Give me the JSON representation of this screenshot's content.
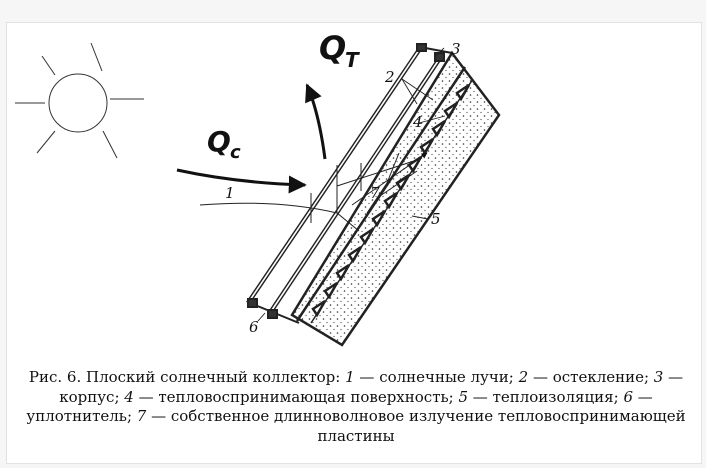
{
  "diagram": {
    "flux_labels": {
      "convective": "Q",
      "convective_sub": "T",
      "solar": "Q",
      "solar_sub": "c"
    },
    "callouts": [
      "1",
      "2",
      "3",
      "4",
      "5",
      "6",
      "7"
    ]
  },
  "caption": {
    "prefix": "Рис. 6. Плоский солнечный коллектор:",
    "items": [
      {
        "num": "1",
        "text": " — солнечные лучи; "
      },
      {
        "num": "2",
        "text": " — остекление; "
      },
      {
        "num": "3",
        "text": " — корпус; "
      },
      {
        "num": "4",
        "text": " — тепловоспринимающая поверхность; "
      },
      {
        "num": "5",
        "text": " — теплоизоляция; "
      },
      {
        "num": "6",
        "text": " — уплотнитель; "
      },
      {
        "num": "7",
        "text": " — собственное длинноволновое излучение тепловоспринимающей пластины"
      }
    ]
  }
}
